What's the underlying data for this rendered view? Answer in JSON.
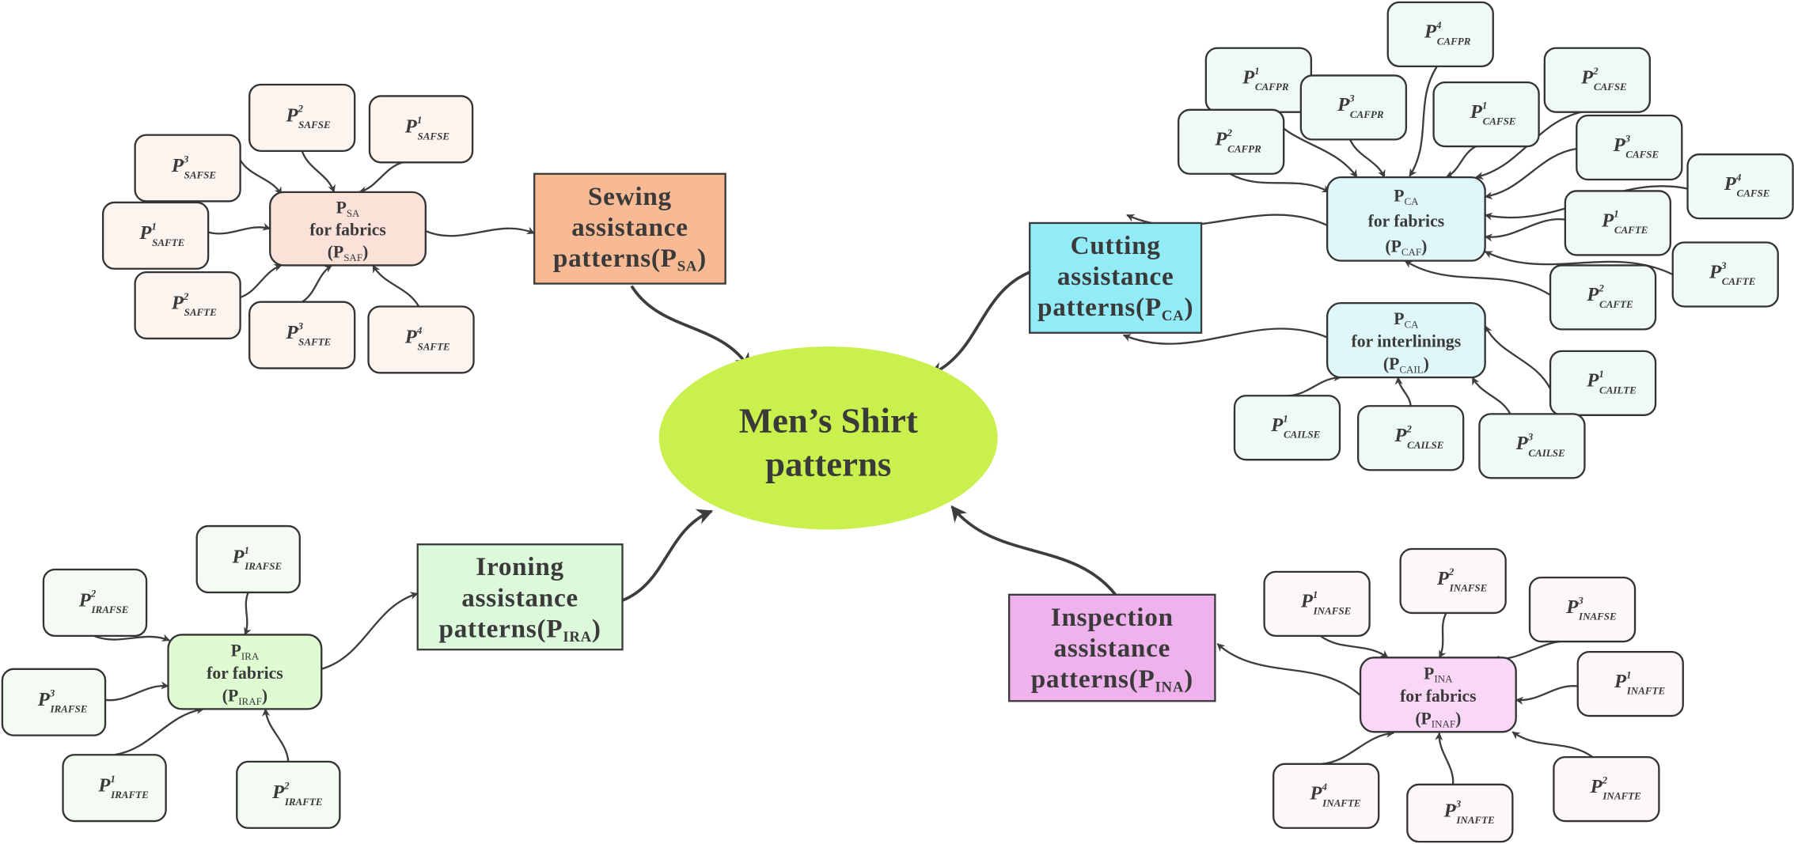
{
  "center": {
    "lines": [
      "Men’s Shirt",
      "patterns"
    ],
    "color": "#c9f04c"
  },
  "groups": [
    {
      "id": "sewing",
      "main": {
        "lines": [
          "Sewing",
          "assistance"
        ],
        "last_prefix": "patterns(P",
        "sub": "SA",
        "suffix": ")",
        "color": "#f8ba94"
      },
      "hubs": [
        {
          "title": "P",
          "title_sub": "SA",
          "line2": "for fabrics",
          "prefix": "(P",
          "sub": "SAF",
          "suffix": ")",
          "color": "#fbe2d9"
        }
      ],
      "leaf_color": "#fbf4ef",
      "leaves": [
        {
          "sup": "2",
          "sub": "SAFSE"
        },
        {
          "sup": "1",
          "sub": "SAFSE"
        },
        {
          "sup": "3",
          "sub": "SAFSE"
        },
        {
          "sup": "1",
          "sub": "SAFTE"
        },
        {
          "sup": "2",
          "sub": "SAFTE"
        },
        {
          "sup": "3",
          "sub": "SAFTE"
        },
        {
          "sup": "4",
          "sub": "SAFTE"
        }
      ]
    },
    {
      "id": "cutting",
      "main": {
        "lines": [
          "Cutting",
          "assistance"
        ],
        "last_prefix": "patterns(P",
        "sub": "CA",
        "suffix": ")",
        "color": "#93ebf7"
      },
      "hubs": [
        {
          "title": "P",
          "title_sub": "CA",
          "line2": "for fabrics",
          "prefix": "(P",
          "sub": "CAF",
          "suffix": ")",
          "color": "#dff7f8"
        },
        {
          "title": "P",
          "title_sub": "CA",
          "line2": "for interlinings",
          "prefix": "(P",
          "sub": "CAIL",
          "suffix": ")",
          "color": "#dff7f8"
        }
      ],
      "leaf_color": "#eff9f8",
      "leaves": [
        {
          "sup": "1",
          "sub": "CAFPR"
        },
        {
          "sup": "4",
          "sub": "CAFPR"
        },
        {
          "sup": "3",
          "sub": "CAFPR"
        },
        {
          "sup": "1",
          "sub": "CAFSE"
        },
        {
          "sup": "2",
          "sub": "CAFSE"
        },
        {
          "sup": "2",
          "sub": "CAFPR"
        },
        {
          "sup": "3",
          "sub": "CAFSE"
        },
        {
          "sup": "4",
          "sub": "CAFSE"
        },
        {
          "sup": "1",
          "sub": "CAFTE"
        },
        {
          "sup": "3",
          "sub": "CAFTE"
        },
        {
          "sup": "2",
          "sub": "CAFTE"
        },
        {
          "sup": "1",
          "sub": "CAILTE"
        },
        {
          "sup": "1",
          "sub": "CAILSE"
        },
        {
          "sup": "2",
          "sub": "CAILSE"
        },
        {
          "sup": "3",
          "sub": "CAILSE"
        }
      ]
    },
    {
      "id": "inspection",
      "main": {
        "lines": [
          "Inspection",
          "assistance"
        ],
        "last_prefix": "patterns(P",
        "sub": "INA",
        "suffix": ")",
        "color": "#f0b2ec"
      },
      "hubs": [
        {
          "title": "P",
          "title_sub": "INA",
          "line2": "for fabrics",
          "prefix": "(P",
          "sub": "INAF",
          "suffix": ")",
          "color": "#fad6f7"
        }
      ],
      "leaf_color": "#fdf6fb",
      "leaves": [
        {
          "sup": "1",
          "sub": "INAFSE"
        },
        {
          "sup": "2",
          "sub": "INAFSE"
        },
        {
          "sup": "3",
          "sub": "INAFSE"
        },
        {
          "sup": "1",
          "sub": "INAFTE"
        },
        {
          "sup": "2",
          "sub": "INAFTE"
        },
        {
          "sup": "3",
          "sub": "INAFTE"
        },
        {
          "sup": "4",
          "sub": "INAFTE"
        }
      ]
    },
    {
      "id": "ironing",
      "main": {
        "lines": [
          "Ironing",
          "assistance"
        ],
        "last_prefix": "patterns(P",
        "sub": "IRA",
        "suffix": ")",
        "color": "#dcf9dc"
      },
      "hubs": [
        {
          "title": "P",
          "title_sub": "IRA",
          "line2": "for fabrics",
          "prefix": "(P",
          "sub": "IRAF",
          "suffix": ")",
          "color": "#defbd2"
        }
      ],
      "leaf_color": "#f4fbf3",
      "leaves": [
        {
          "sup": "1",
          "sub": "IRAFSE"
        },
        {
          "sup": "2",
          "sub": "IRAFSE"
        },
        {
          "sup": "3",
          "sub": "IRAFSE"
        },
        {
          "sup": "1",
          "sub": "IRAFTE"
        },
        {
          "sup": "2",
          "sub": "IRAFTE"
        }
      ]
    }
  ]
}
